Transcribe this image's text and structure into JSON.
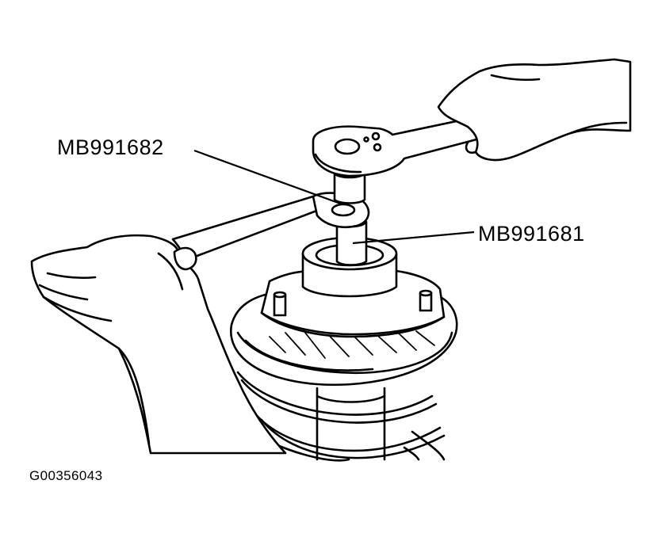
{
  "labels": {
    "tool_upper": "MB991682",
    "tool_lower": "MB991681",
    "figure_id": "G00356043"
  },
  "colors": {
    "ink": "#000000",
    "paper": "#ffffff"
  }
}
